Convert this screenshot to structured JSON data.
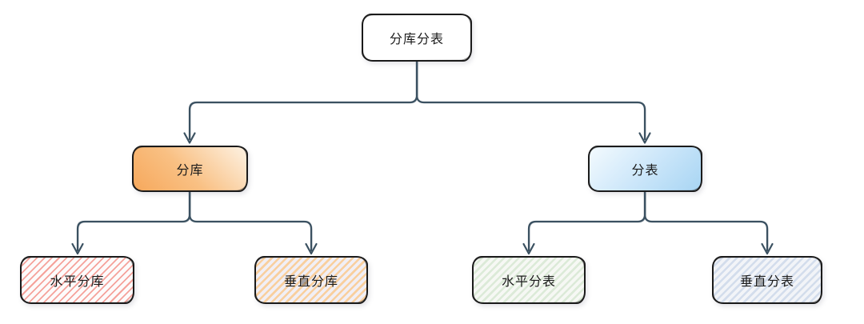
{
  "diagram": {
    "type": "tree",
    "background": "#ffffff",
    "connector_color": "#3b5161",
    "border_color": "#1b1b1b",
    "text_color": "#1b1b1b",
    "nodes": {
      "root": {
        "label": "分库分表",
        "style": "plain",
        "fill": "#ffffff"
      },
      "fenku": {
        "label": "分库",
        "style": "gradient",
        "gradient_from": "#f6a85c",
        "gradient_to": "#fdf2e3"
      },
      "fenbiao": {
        "label": "分表",
        "style": "gradient",
        "gradient_from": "#f3fafe",
        "gradient_to": "#a8d5f3"
      },
      "h_fenku": {
        "label": "水平分库",
        "style": "hatch",
        "hatch_color": "#f5a29b",
        "base_color": "#fdfbfb"
      },
      "v_fenku": {
        "label": "垂直分库",
        "style": "hatch",
        "hatch_color": "#f9cf9e",
        "base_color": "#f1eff5"
      },
      "h_fenbiao": {
        "label": "水平分表",
        "style": "hatch",
        "hatch_color": "#dcead8",
        "base_color": "#f6f8f4"
      },
      "v_fenbiao": {
        "label": "垂直分表",
        "style": "hatch",
        "hatch_color": "#d3ddec",
        "base_color": "#f2f4f8"
      }
    },
    "edges": [
      {
        "from": "分库分表",
        "to": "分库"
      },
      {
        "from": "分库分表",
        "to": "分表"
      },
      {
        "from": "分库",
        "to": "水平分库"
      },
      {
        "from": "分库",
        "to": "垂直分库"
      },
      {
        "from": "分表",
        "to": "水平分表"
      },
      {
        "from": "分表",
        "to": "垂直分表"
      }
    ]
  }
}
